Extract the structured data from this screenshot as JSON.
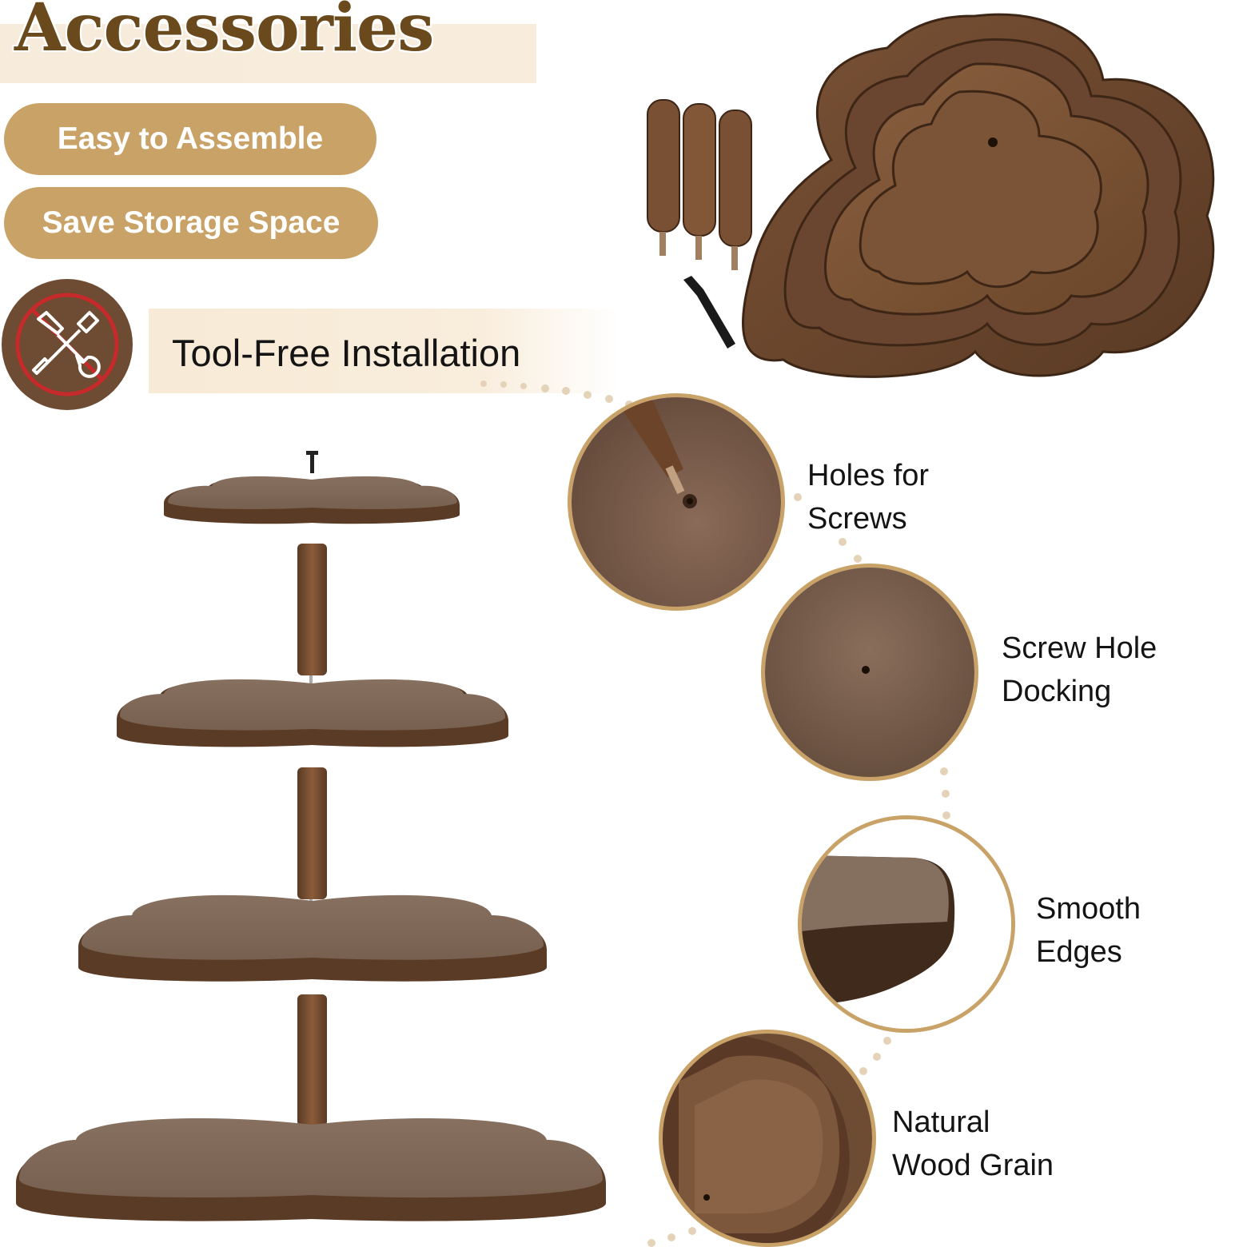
{
  "title": "Accessories",
  "pills": [
    {
      "label": "Easy to Assemble"
    },
    {
      "label": "Save Storage Space"
    }
  ],
  "tool_free": {
    "label": "Tool-Free Installation",
    "icon": "no-tools-icon"
  },
  "callouts": [
    {
      "line1": "Holes for",
      "line2": "Screws"
    },
    {
      "line1": "Screw Hole",
      "line2": "Docking"
    },
    {
      "line1": "Smooth",
      "line2": "Edges"
    },
    {
      "line1": "Natural",
      "line2": "Wood Grain"
    }
  ],
  "colors": {
    "accent": "#c9a268",
    "title": "#6a4a1c",
    "wood": "#6e4b33",
    "wood_dark": "#4f3320",
    "badge_red": "#c62a2a"
  }
}
